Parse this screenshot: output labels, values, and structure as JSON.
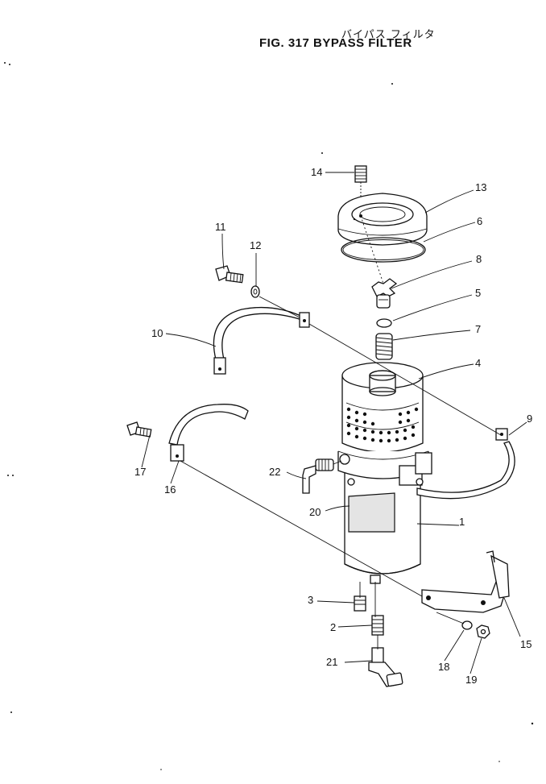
{
  "title": {
    "japanese": "バイパス フィルタ",
    "figure": "FIG. 317  BYPASS FILTER"
  },
  "callouts": [
    {
      "id": "c1",
      "label": "1"
    },
    {
      "id": "c2",
      "label": "2"
    },
    {
      "id": "c3",
      "label": "3"
    },
    {
      "id": "c4",
      "label": "4"
    },
    {
      "id": "c5",
      "label": "5"
    },
    {
      "id": "c6",
      "label": "6"
    },
    {
      "id": "c7",
      "label": "7"
    },
    {
      "id": "c8",
      "label": "8"
    },
    {
      "id": "c9",
      "label": "9"
    },
    {
      "id": "c10",
      "label": "10"
    },
    {
      "id": "c11",
      "label": "11"
    },
    {
      "id": "c12",
      "label": "12"
    },
    {
      "id": "c13",
      "label": "13"
    },
    {
      "id": "c14",
      "label": "14"
    },
    {
      "id": "c15",
      "label": "15"
    },
    {
      "id": "c16",
      "label": "16"
    },
    {
      "id": "c17",
      "label": "17"
    },
    {
      "id": "c18",
      "label": "18"
    },
    {
      "id": "c19",
      "label": "19"
    },
    {
      "id": "c20",
      "label": "20"
    },
    {
      "id": "c21",
      "label": "21"
    },
    {
      "id": "c22",
      "label": "22"
    }
  ]
}
